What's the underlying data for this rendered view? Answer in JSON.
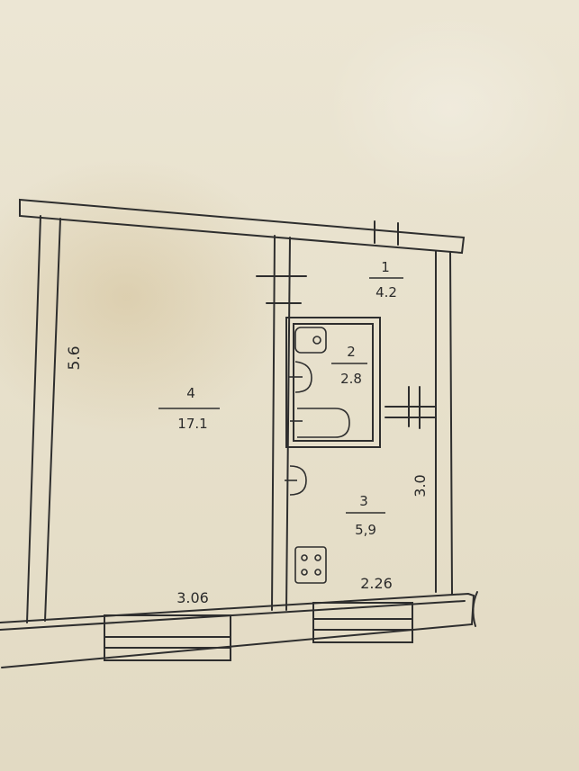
{
  "floor_plan": {
    "rooms": [
      {
        "number": "1",
        "area": "4.2"
      },
      {
        "number": "2",
        "area": "2.8"
      },
      {
        "number": "3",
        "area": "5,9"
      },
      {
        "number": "4",
        "area": "17.1"
      }
    ],
    "dimensions": {
      "left_height": "5.6",
      "right_height": "3.0",
      "bottom_left_width": "3.06",
      "bottom_right_width": "2.26"
    }
  }
}
